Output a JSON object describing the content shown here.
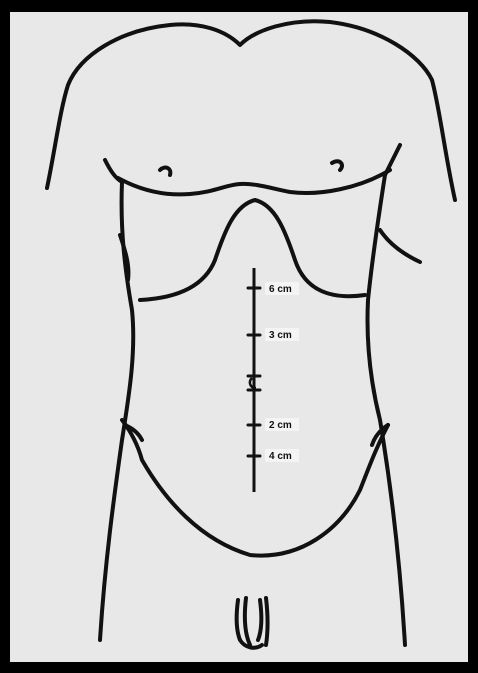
{
  "diagram": {
    "colors": {
      "outline": "#111111",
      "paper": "#e8e8e8",
      "border": "#000000",
      "label_bg": "#f4f4f4"
    },
    "markers": [
      {
        "label": "6 cm"
      },
      {
        "label": "3 cm"
      },
      {
        "label": ""
      },
      {
        "label": "2 cm"
      },
      {
        "label": "4 cm"
      }
    ]
  }
}
